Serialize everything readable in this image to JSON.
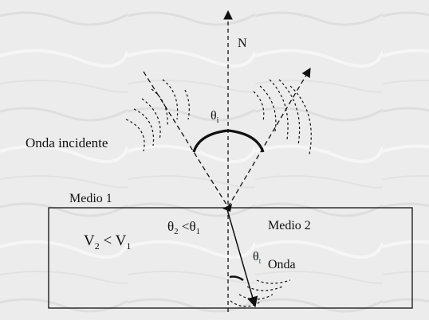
{
  "diagram": {
    "normal_label": "N",
    "incident_wave_label": "Onda incidente",
    "medium1_label": "Medio 1",
    "medium2_label": "Medio 2",
    "angle_relation": {
      "theta_a": "θ",
      "sub_a": "2",
      "lt": " <",
      "theta_b": "θ",
      "sub_b": "1"
    },
    "velocity_relation": {
      "v_a": "V",
      "sub_a": "2",
      "lt": " < V",
      "sub_b": "1"
    },
    "theta_i": {
      "symbol": "θ",
      "sub": "i"
    },
    "theta_t": {
      "symbol": "θ",
      "sub": "t"
    },
    "refracted_wave_label": "Onda"
  },
  "colors": {
    "background": "#ececec",
    "ink": "#111111",
    "subscript_accent": "#1a7a2a"
  }
}
